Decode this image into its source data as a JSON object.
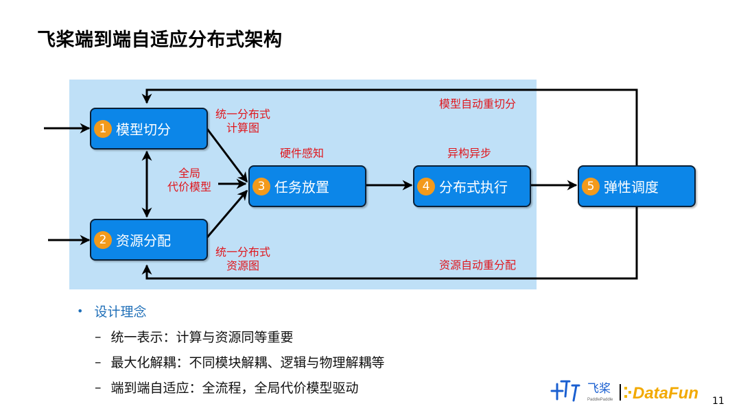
{
  "title": "飞桨端到端自适应分布式架构",
  "nodes": {
    "n1": {
      "num": "1",
      "label": "模型切分"
    },
    "n2": {
      "num": "2",
      "label": "资源分配"
    },
    "n3": {
      "num": "3",
      "label": "任务放置"
    },
    "n4": {
      "num": "4",
      "label": "分布式执行"
    },
    "n5": {
      "num": "5",
      "label": "弹性调度"
    }
  },
  "labels": {
    "compute_graph_1": "统一分布式",
    "compute_graph_2": "计算图",
    "global_cost_1": "全局",
    "global_cost_2": "代价模型",
    "resource_graph_1": "统一分布式",
    "resource_graph_2": "资源图",
    "hardware": "硬件感知",
    "hetero_async": "异构异步",
    "auto_reslice": "模型自动重切分",
    "auto_realloc": "资源自动重分配"
  },
  "principles": {
    "heading": "设计理念",
    "items": [
      "统一表示：计算与资源同等重要",
      "最大化解耦：不同模块解耦、逻辑与物理解耦等",
      "端到端自适应：全流程，全局代价模型驱动"
    ]
  },
  "logo": {
    "paddle_text": "飞桨",
    "paddle_sub": "PaddlePaddle",
    "datafun_text": "DataFun"
  },
  "page_number": "11",
  "colors": {
    "panel": "#bfe0f7",
    "node": "#0c86e8",
    "badge": "#f39a1b",
    "red_text": "#e0161c",
    "bullet_blue": "#1f6fb8"
  }
}
